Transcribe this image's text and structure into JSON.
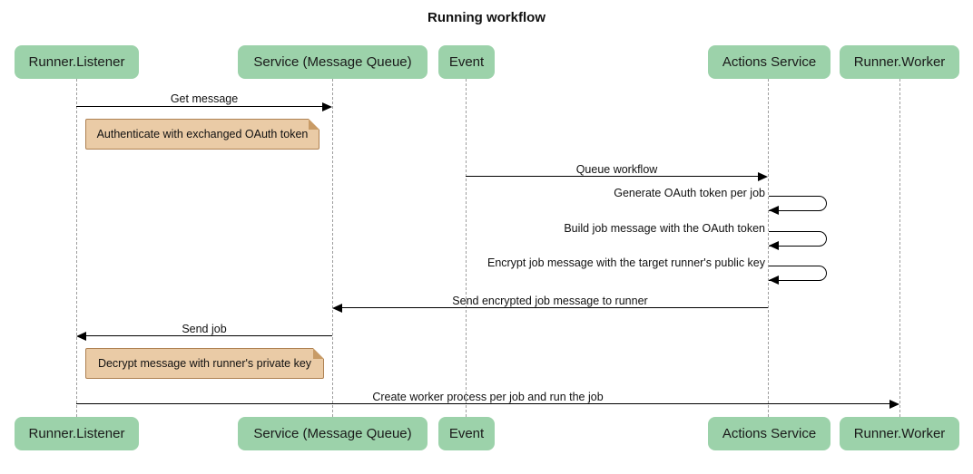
{
  "title": "Running workflow",
  "diagram_type": "sequence-diagram",
  "actors": [
    {
      "label": "Runner.Listener"
    },
    {
      "label": "Service (Message Queue)"
    },
    {
      "label": "Event"
    },
    {
      "label": "Actions Service"
    },
    {
      "label": "Runner.Worker"
    }
  ],
  "messages": [
    {
      "label": "Get message",
      "from": "Runner.Listener",
      "to": "Service (Message Queue)",
      "type": "solid-arrow",
      "direction": "right"
    },
    {
      "label": "Queue workflow",
      "from": "Event",
      "to": "Actions Service",
      "type": "solid-arrow",
      "direction": "right"
    },
    {
      "label": "Generate OAuth token per job",
      "from": "Actions Service",
      "to": "Actions Service",
      "type": "self-arrow"
    },
    {
      "label": "Build job message with the OAuth token",
      "from": "Actions Service",
      "to": "Actions Service",
      "type": "self-arrow"
    },
    {
      "label": "Encrypt job message with the target runner's public key",
      "from": "Actions Service",
      "to": "Actions Service",
      "type": "self-arrow"
    },
    {
      "label": "Send encrypted job message to runner",
      "from": "Actions Service",
      "to": "Service (Message Queue)",
      "type": "solid-arrow",
      "direction": "left"
    },
    {
      "label": "Send job",
      "from": "Service (Message Queue)",
      "to": "Runner.Listener",
      "type": "solid-arrow",
      "direction": "left"
    },
    {
      "label": "Create worker process per job and run the job",
      "from": "Runner.Listener",
      "to": "Runner.Worker",
      "type": "solid-arrow",
      "direction": "right"
    }
  ],
  "notes": [
    {
      "label": "Authenticate with exchanged OAuth token",
      "anchor": "Runner.Listener"
    },
    {
      "label": "Decrypt message with runner's private key",
      "anchor": "Runner.Listener"
    }
  ],
  "colors": {
    "actor_fill": "#9CD2AA",
    "note_fill": "#EACBA6",
    "note_border": "#AE8152",
    "lifeline": "#9E9E9E",
    "arrow": "#000000",
    "background": "#FFFFFF"
  }
}
